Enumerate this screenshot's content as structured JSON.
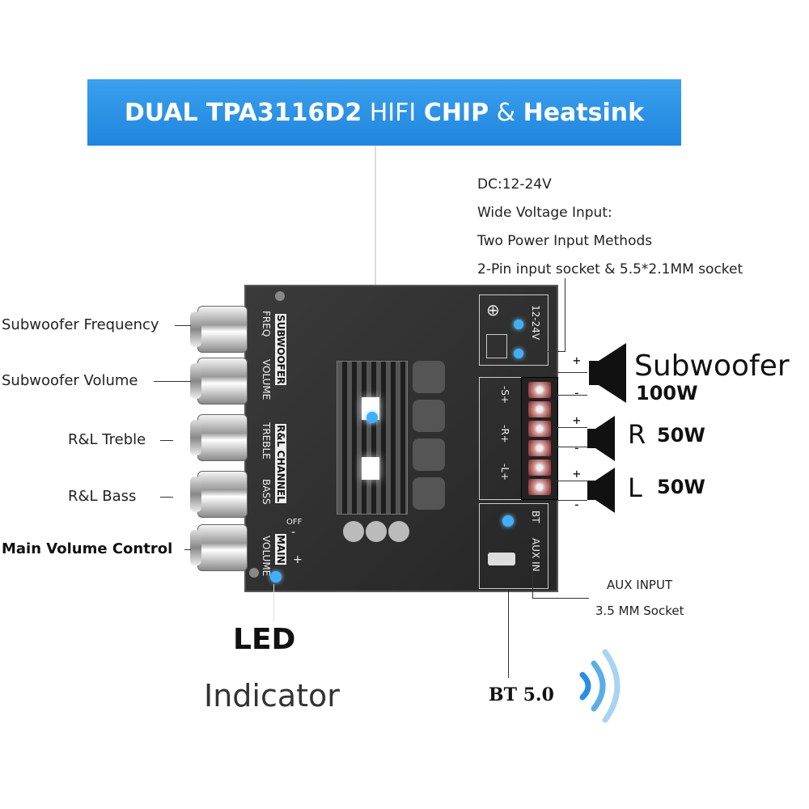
{
  "banner": {
    "part1": "DUAL TPA3116D2",
    "part2": "HIFI",
    "part3": "CHIP",
    "part4": "&",
    "part5": "Heatsink"
  },
  "power_spec": {
    "line1": "DC:12-24V",
    "line2": "Wide Voltage Input:",
    "line3": "Two Power Input Methods",
    "line4": "2-Pin input socket & 5.5*2.1MM socket"
  },
  "left_labels": {
    "sub_freq": "Subwoofer Frequency",
    "sub_vol": "Subwoofer Volume",
    "treble": "R&L Treble",
    "bass": "R&L  Bass",
    "main_vol": "Main Volume Control"
  },
  "board": {
    "subwoofer_group": "SUBWOOFER",
    "freq": "FREQ",
    "volume": "VOLUME",
    "rl_group": "R&L CHANNEL",
    "treble": "TREBLE",
    "bass": "BASS",
    "main_group": "MAIN",
    "main_volume": "VOLUME",
    "off": "OFF",
    "minus": "-",
    "plus": "+",
    "power_label": "12-24V",
    "sub_terminal": "-S+",
    "r_terminal": "-R+",
    "l_terminal": "-L+",
    "bt": "BT",
    "aux_in": "AUX IN"
  },
  "outputs": {
    "subwoofer": "Subwoofer",
    "subwoofer_watt": "100W",
    "r": "R",
    "r_watt": "50W",
    "l": "L",
    "l_watt": "50W",
    "plus": "+",
    "minus": "-"
  },
  "aux": {
    "line1": "AUX INPUT",
    "line2": "3.5 MM Socket"
  },
  "bottom": {
    "led": "LED",
    "indicator": "Indicator",
    "bt": "BT 5.0"
  },
  "colors": {
    "banner_blue": "#2590e4",
    "led_blue": "#3fb0ff",
    "board_dark": "#2e2e2e"
  }
}
